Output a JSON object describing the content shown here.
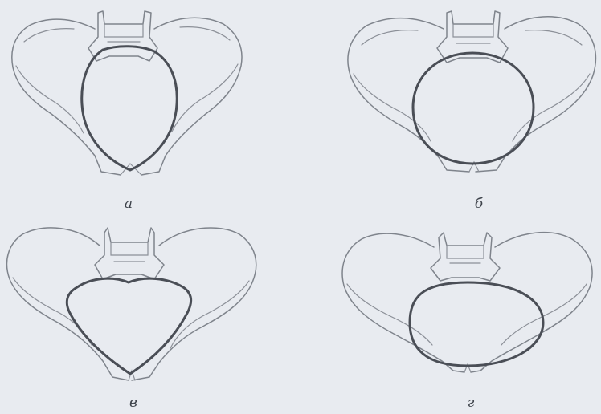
{
  "figures": [
    {
      "id": "a",
      "label": "а",
      "inlet_shape": "oval-long"
    },
    {
      "id": "b",
      "label": "б",
      "inlet_shape": "round"
    },
    {
      "id": "c",
      "label": "в",
      "inlet_shape": "heart"
    },
    {
      "id": "d",
      "label": "г",
      "inlet_shape": "oval-wide"
    }
  ],
  "colors": {
    "background": "#e8ebf0",
    "bone_outline": "#7f848c",
    "inlet_outline": "#4a4e56",
    "label": "#3e434b"
  }
}
